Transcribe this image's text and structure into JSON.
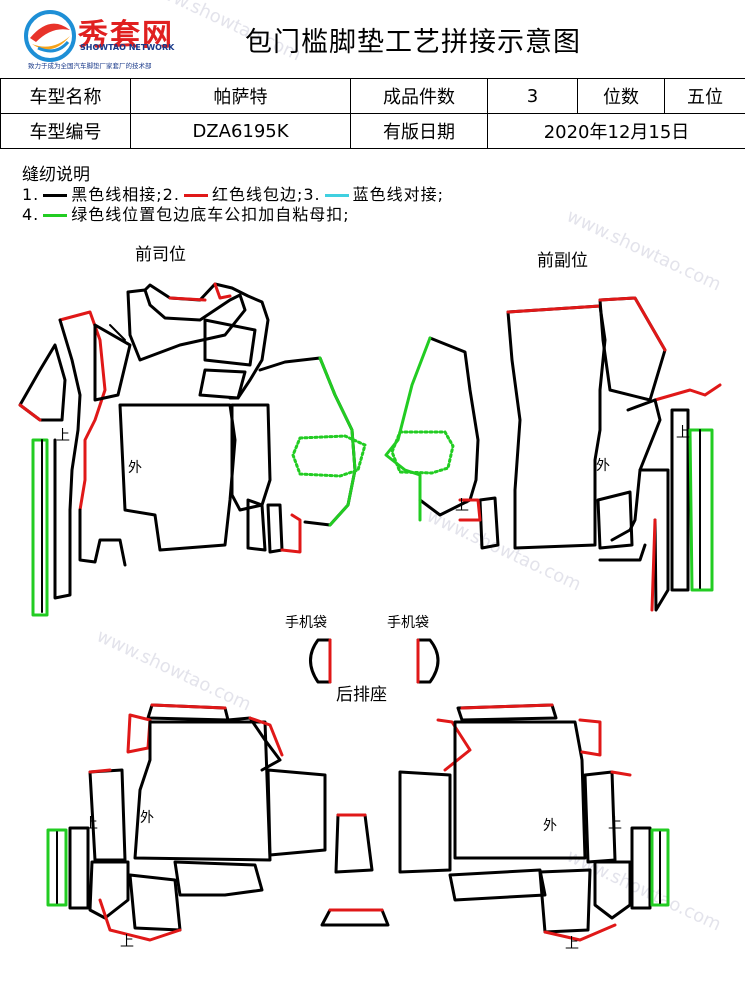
{
  "logo": {
    "brand": "秀套网",
    "brand_en": "SHOWTAO NETWORK",
    "slogan": "致力于成为全国汽车脚垫厂家套厂的技术部"
  },
  "title": "包门槛脚垫工艺拼接示意图",
  "table": {
    "row1": {
      "model_name_label": "车型名称",
      "model_name": "帕萨特",
      "count_label": "成品件数",
      "count": "3",
      "seats_label": "位数",
      "seats": "五位"
    },
    "row2": {
      "model_code_label": "车型编号",
      "model_code": "DZA6195K",
      "date_label": "有版日期",
      "date": "2020年12月15日"
    }
  },
  "notes": {
    "title": "缝纫说明",
    "line1": {
      "n1": "1.",
      "t1": "黑色线相接;2.",
      "t2": "红色线包边;3.",
      "t3": "蓝色线对接;"
    },
    "line2": {
      "n4": "4.",
      "t4": "绿色线位置包边底车公扣加自粘母扣;"
    }
  },
  "colors": {
    "black_line": "#000000",
    "red_line": "#e01818",
    "blue_line": "#40d0e0",
    "green_line": "#22cc22"
  },
  "diagram": {
    "driver_label": "前司位",
    "passenger_label": "前副位",
    "pocket_left_label": "手机袋",
    "pocket_right_label": "手机袋",
    "rear_label": "后排座",
    "outer_mark": "外",
    "up_mark": "上"
  },
  "watermark": "www.showtao.com"
}
